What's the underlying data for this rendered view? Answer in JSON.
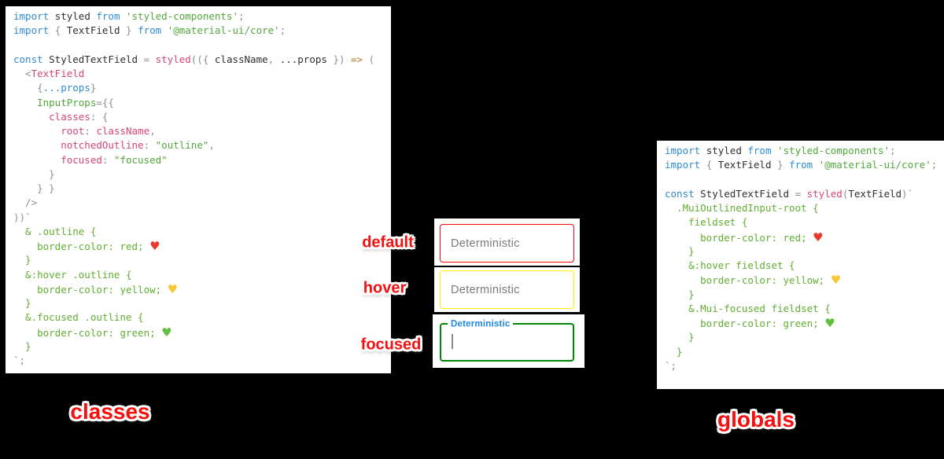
{
  "page": {
    "background": "#000000"
  },
  "labels": {
    "default": "default",
    "hover": "hover",
    "focused": "focused"
  },
  "captions": {
    "classes": "classes",
    "globals": "globals"
  },
  "annotation_color": "#f50f0f",
  "fields": {
    "default": {
      "value": "Deterministic",
      "border_color": "#fb0606",
      "text_color": "#7a7a7a"
    },
    "hover": {
      "value": "Deterministic",
      "border_color": "#fff000",
      "text_color": "#7a7a7a"
    },
    "focused": {
      "label": "Deterministic",
      "label_color": "#1e88e5",
      "border_color": "#018708"
    }
  },
  "syntax_colors": {
    "keyword": "#2f8ad1",
    "identifier": "#2f2f2f",
    "string": "#53a63c",
    "function": "#d5457a",
    "css": "#61ad32",
    "punctuation": "#8e908c",
    "arrow": "#b5722a"
  },
  "heart_colors": {
    "red": "#e8392b",
    "yellow": "#f8c83c",
    "green": "#5ec03e"
  },
  "code_left": {
    "lines": [
      [
        [
          "kw",
          "import "
        ],
        [
          "id",
          "styled"
        ],
        [
          "kw",
          " from "
        ],
        [
          "str",
          "'styled-components'"
        ],
        [
          "punc",
          ";"
        ]
      ],
      [
        [
          "kw",
          "import "
        ],
        [
          "punc",
          "{ "
        ],
        [
          "id",
          "TextField"
        ],
        [
          "punc",
          " } "
        ],
        [
          "kw",
          "from "
        ],
        [
          "str",
          "'@material-ui/core'"
        ],
        [
          "punc",
          ";"
        ]
      ],
      [],
      [
        [
          "kw",
          "const "
        ],
        [
          "id",
          "StyledTextField"
        ],
        [
          "punc",
          " = "
        ],
        [
          "fn",
          "styled"
        ],
        [
          "punc",
          "(({ "
        ],
        [
          "id",
          "className"
        ],
        [
          "punc",
          ", "
        ],
        [
          "id",
          "...props"
        ],
        [
          "punc",
          " }) "
        ],
        [
          "arrow",
          "=> "
        ],
        [
          "punc",
          "("
        ]
      ],
      [
        [
          "punc",
          "  <"
        ],
        [
          "fn",
          "TextField"
        ]
      ],
      [
        [
          "punc",
          "    {"
        ],
        [
          "kw",
          "...props"
        ],
        [
          "punc",
          "}"
        ]
      ],
      [
        [
          "str",
          "    InputProps"
        ],
        [
          "punc",
          "={{"
        ]
      ],
      [
        [
          "fn",
          "      classes"
        ],
        [
          "punc",
          ": {"
        ]
      ],
      [
        [
          "fn",
          "        root"
        ],
        [
          "punc",
          ": "
        ],
        [
          "fn",
          "className"
        ],
        [
          "punc",
          ","
        ]
      ],
      [
        [
          "fn",
          "        notchedOutline"
        ],
        [
          "punc",
          ": "
        ],
        [
          "str",
          "\"outline\""
        ],
        [
          "punc",
          ","
        ]
      ],
      [
        [
          "fn",
          "        focused"
        ],
        [
          "punc",
          ": "
        ],
        [
          "str",
          "\"focused\""
        ]
      ],
      [
        [
          "punc",
          "      }"
        ]
      ],
      [
        [
          "punc",
          "    } }"
        ]
      ],
      [
        [
          "punc",
          "  />"
        ]
      ],
      [
        [
          "punc",
          "))"
        ],
        [
          "str",
          "`"
        ]
      ],
      [
        [
          "css",
          "  & .outline {"
        ]
      ],
      [
        [
          "css",
          "    border-color: red; "
        ],
        [
          "heart-red",
          "♥"
        ]
      ],
      [
        [
          "css",
          "  }"
        ]
      ],
      [
        [
          "css",
          "  &:hover .outline {"
        ]
      ],
      [
        [
          "css",
          "    border-color: yellow; "
        ],
        [
          "heart-yellow",
          "♥"
        ]
      ],
      [
        [
          "css",
          "  }"
        ]
      ],
      [
        [
          "css",
          "  &.focused .outline {"
        ]
      ],
      [
        [
          "css",
          "    border-color: green; "
        ],
        [
          "heart-green",
          "♥"
        ]
      ],
      [
        [
          "css",
          "  }"
        ]
      ],
      [
        [
          "str",
          "`"
        ],
        [
          "punc",
          ";"
        ]
      ]
    ]
  },
  "code_right": {
    "lines": [
      [
        [
          "kw",
          "import "
        ],
        [
          "id",
          "styled"
        ],
        [
          "kw",
          " from "
        ],
        [
          "str",
          "'styled-components'"
        ],
        [
          "punc",
          ";"
        ]
      ],
      [
        [
          "kw",
          "import "
        ],
        [
          "punc",
          "{ "
        ],
        [
          "id",
          "TextField"
        ],
        [
          "punc",
          " } "
        ],
        [
          "kw",
          "from "
        ],
        [
          "str",
          "'@material-ui/core'"
        ],
        [
          "punc",
          ";"
        ]
      ],
      [],
      [
        [
          "kw",
          "const "
        ],
        [
          "id",
          "StyledTextField"
        ],
        [
          "punc",
          " = "
        ],
        [
          "fn",
          "styled"
        ],
        [
          "punc",
          "("
        ],
        [
          "id",
          "TextField"
        ],
        [
          "punc",
          ")"
        ],
        [
          "str",
          "`"
        ]
      ],
      [
        [
          "css",
          "  .MuiOutlinedInput-root {"
        ]
      ],
      [
        [
          "css",
          "    fieldset {"
        ]
      ],
      [
        [
          "css",
          "      border-color: red; "
        ],
        [
          "heart-red",
          "♥"
        ]
      ],
      [
        [
          "css",
          "    }"
        ]
      ],
      [
        [
          "css",
          "    &:hover fieldset {"
        ]
      ],
      [
        [
          "css",
          "      border-color: yellow; "
        ],
        [
          "heart-yellow",
          "♥"
        ]
      ],
      [
        [
          "css",
          "    }"
        ]
      ],
      [
        [
          "css",
          "    &.Mui-focused fieldset {"
        ]
      ],
      [
        [
          "css",
          "      border-color: green; "
        ],
        [
          "heart-green",
          "♥"
        ]
      ],
      [
        [
          "css",
          "    }"
        ]
      ],
      [
        [
          "css",
          "  }"
        ]
      ],
      [
        [
          "str",
          "`"
        ],
        [
          "punc",
          ";"
        ]
      ]
    ]
  }
}
